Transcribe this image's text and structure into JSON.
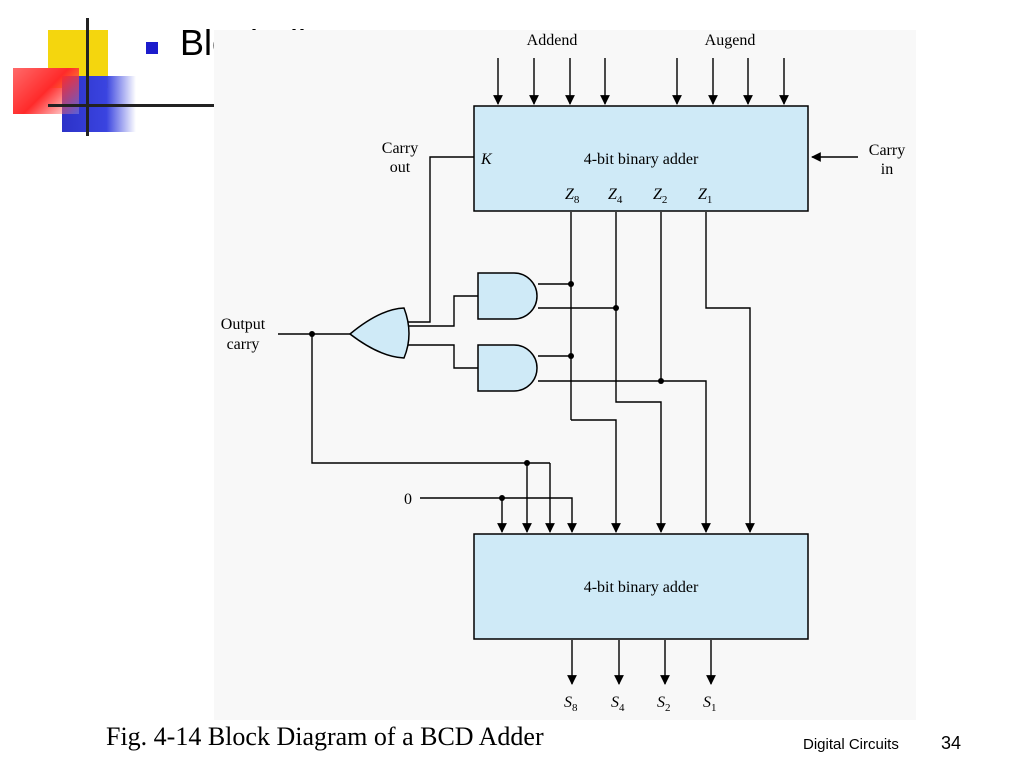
{
  "slide": {
    "title": "Block diagram",
    "caption": "Fig. 4-14  Block Diagram of a BCD Adder",
    "footer": "Digital Circuits",
    "page_number": "34"
  },
  "diagram": {
    "inputs": {
      "addend": "Addend",
      "augend": "Augend"
    },
    "top_adder": {
      "label": "4-bit binary adder",
      "carry_pin": "K",
      "outputs": [
        {
          "letter": "Z",
          "sub": "8"
        },
        {
          "letter": "Z",
          "sub": "4"
        },
        {
          "letter": "Z",
          "sub": "2"
        },
        {
          "letter": "Z",
          "sub": "1"
        }
      ]
    },
    "carry_out": {
      "line1": "Carry",
      "line2": "out"
    },
    "carry_in": {
      "line1": "Carry",
      "line2": "in"
    },
    "output_carry": {
      "line1": "Output",
      "line2": "carry"
    },
    "zero_input": "0",
    "bottom_adder": {
      "label": "4-bit binary adder"
    },
    "sums": [
      {
        "letter": "S",
        "sub": "8"
      },
      {
        "letter": "S",
        "sub": "4"
      },
      {
        "letter": "S",
        "sub": "2"
      },
      {
        "letter": "S",
        "sub": "1"
      }
    ]
  },
  "colors": {
    "block_fill": "#cfeaf7",
    "bullet": "#1c1ccc"
  }
}
